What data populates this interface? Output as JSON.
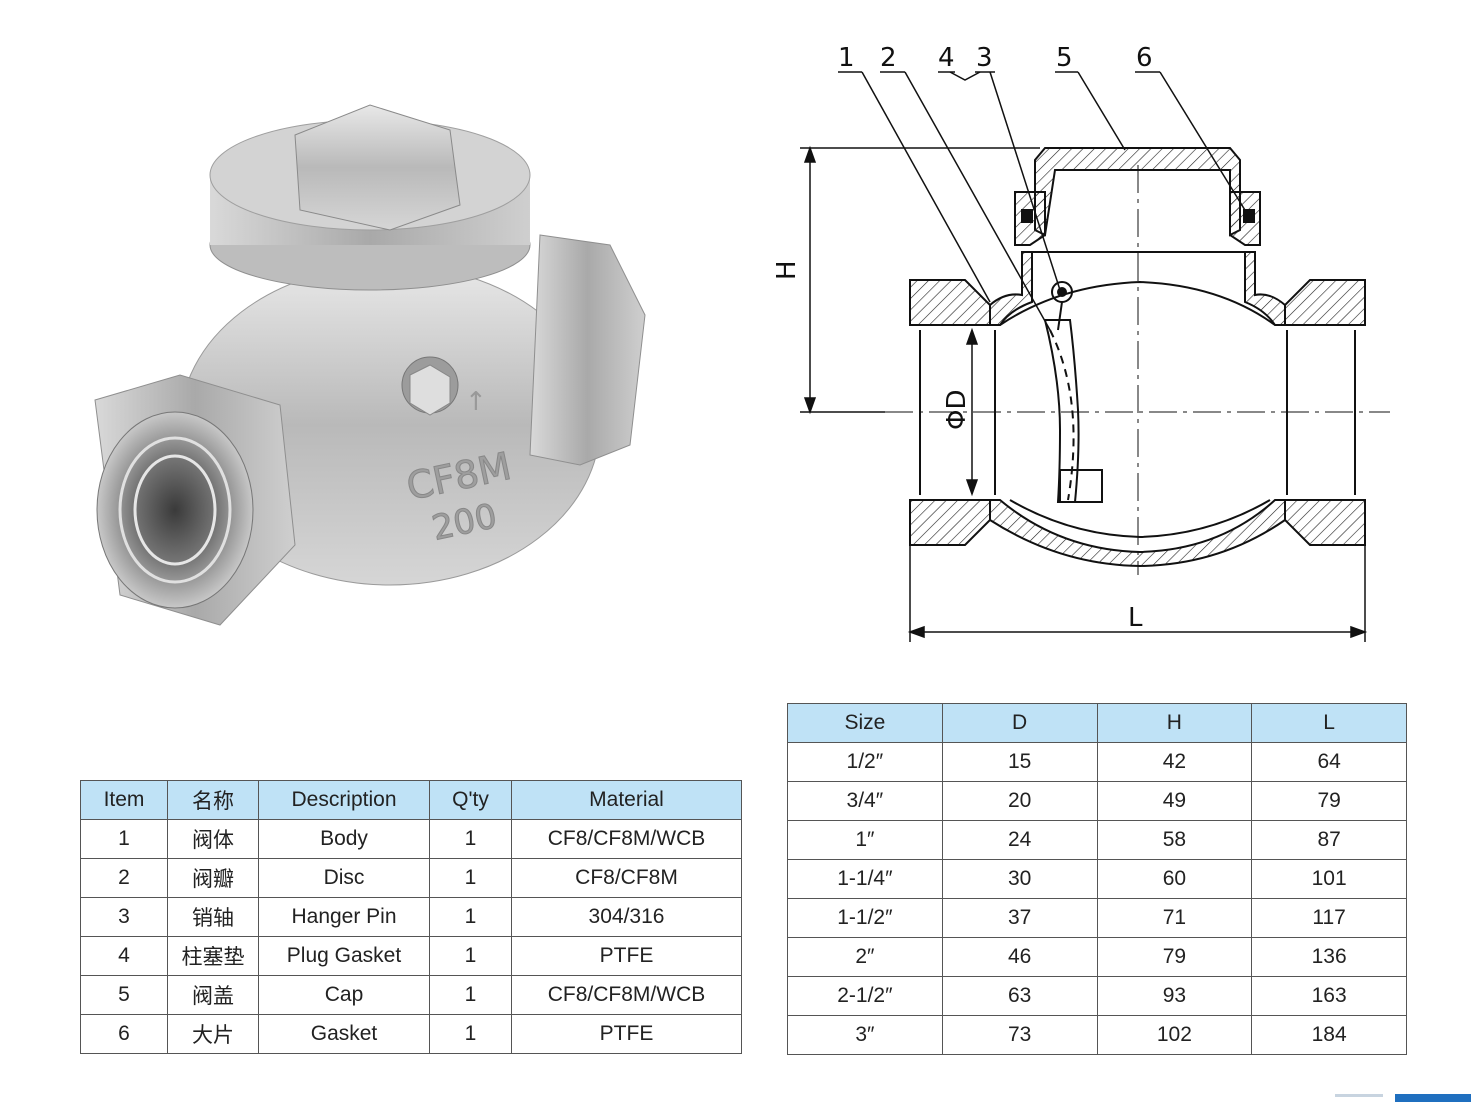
{
  "photo": {
    "marking_cf8m": "CF8M",
    "marking_200": "200",
    "marking_arrow": "↑"
  },
  "drawing": {
    "callouts": [
      "1",
      "2",
      "4",
      "3",
      "5",
      "6"
    ],
    "dimensions": {
      "height": "H",
      "diameter": "ΦD",
      "length": "L"
    }
  },
  "parts_table": {
    "headers": [
      "Item",
      "名称",
      "Description",
      "Q'ty",
      "Material"
    ],
    "rows": [
      [
        "1",
        "阀体",
        "Body",
        "1",
        "CF8/CF8M/WCB"
      ],
      [
        "2",
        "阀瓣",
        "Disc",
        "1",
        "CF8/CF8M"
      ],
      [
        "3",
        "销轴",
        "Hanger Pin",
        "1",
        "304/316"
      ],
      [
        "4",
        "柱塞垫",
        "Plug Gasket",
        "1",
        "PTFE"
      ],
      [
        "5",
        "阀盖",
        "Cap",
        "1",
        "CF8/CF8M/WCB"
      ],
      [
        "6",
        "大片",
        "Gasket",
        "1",
        "PTFE"
      ]
    ]
  },
  "size_table": {
    "headers": [
      "Size",
      "D",
      "H",
      "L"
    ],
    "rows": [
      [
        "1/2″",
        "15",
        "42",
        "64"
      ],
      [
        "3/4″",
        "20",
        "49",
        "79"
      ],
      [
        "1″",
        "24",
        "58",
        "87"
      ],
      [
        "1-1/4″",
        "30",
        "60",
        "101"
      ],
      [
        "1-1/2″",
        "37",
        "71",
        "117"
      ],
      [
        "2″",
        "46",
        "79",
        "136"
      ],
      [
        "2-1/2″",
        "63",
        "93",
        "163"
      ],
      [
        "3″",
        "73",
        "102",
        "184"
      ]
    ]
  },
  "colors": {
    "header_bg": "#bfe2f6",
    "accent": "#1f6fbf",
    "steel": "#c9c9c9"
  }
}
